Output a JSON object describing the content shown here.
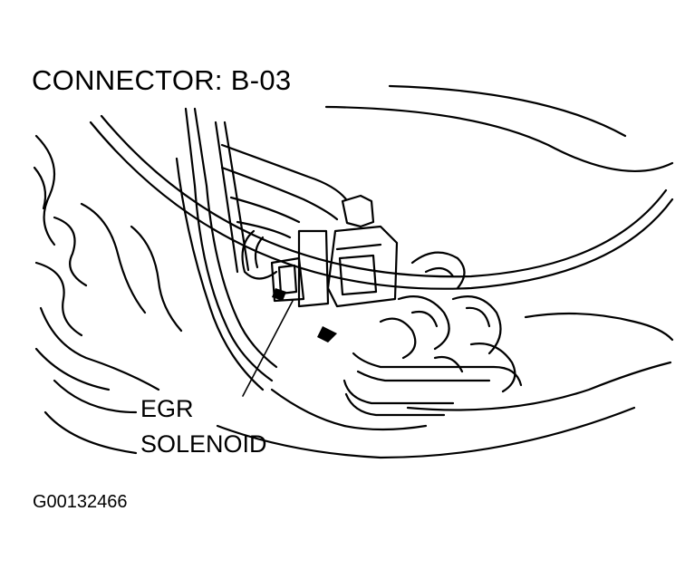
{
  "diagram": {
    "title": "CONNECTOR: B-03",
    "callout_line_1": "EGR",
    "callout_line_2": "SOLENOID",
    "figure_id": "G00132466"
  }
}
